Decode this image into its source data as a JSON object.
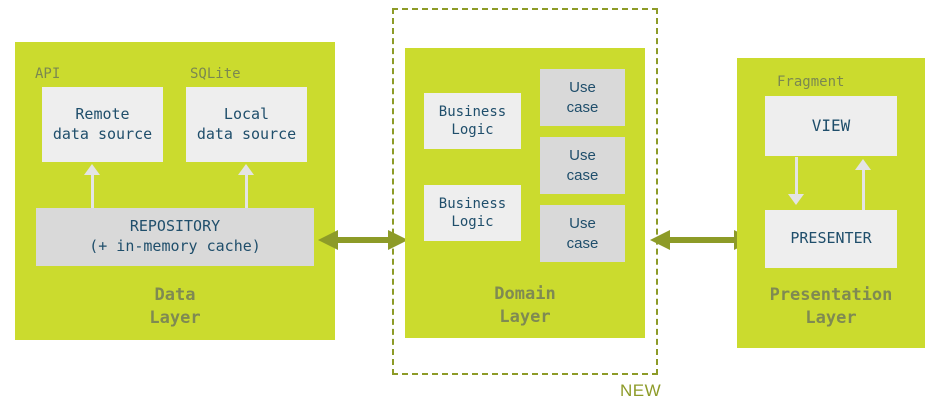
{
  "diagram": {
    "title": "Clean Architecture layers diagram",
    "colors": {
      "layer_green": "#cbdb2e",
      "box_light": "#eeeeee",
      "box_mid": "#d9d9d9",
      "text_navy": "#1f4e6b",
      "label_olive": "#7f8a52",
      "arrow_olive": "#8d9b28",
      "arrow_white": "#e4e4e4",
      "background": "#ffffff"
    }
  },
  "data_layer": {
    "title": "Data\nLayer",
    "captions": {
      "api": "API",
      "sqlite": "SQLite"
    },
    "boxes": {
      "remote": "Remote\ndata source",
      "local": "Local\ndata source",
      "repository": "REPOSITORY\n(+ in-memory cache)"
    }
  },
  "domain_layer": {
    "title": "Domain\nLayer",
    "badge": "NEW",
    "business_logic": [
      {
        "label": "Business\nLogic"
      },
      {
        "label": "Business\nLogic"
      }
    ],
    "use_cases": [
      {
        "label": "Use\ncase"
      },
      {
        "label": "Use\ncase"
      },
      {
        "label": "Use\ncase"
      }
    ]
  },
  "presentation_layer": {
    "title": "Presentation\nLayer",
    "captions": {
      "fragment": "Fragment"
    },
    "boxes": {
      "view": "VIEW",
      "presenter": "PRESENTER"
    }
  },
  "connectors": {
    "data_to_domain": "bidirectional-arrow",
    "domain_to_presentation": "bidirectional-arrow",
    "view_to_presenter": "down-arrow",
    "presenter_to_view": "up-arrow",
    "repository_to_remote": "up-arrow",
    "repository_to_local": "up-arrow"
  }
}
